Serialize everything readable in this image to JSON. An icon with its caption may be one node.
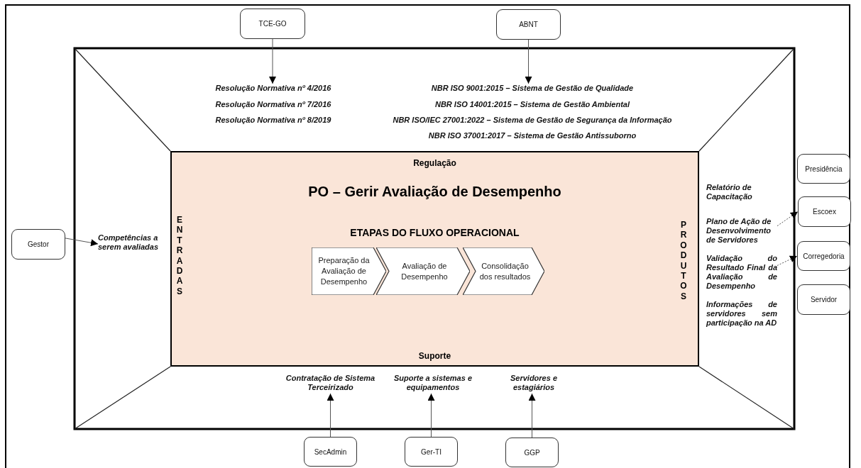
{
  "diagram": {
    "nodes": [
      {
        "text": [
          "TCE-GO"
        ]
      },
      {
        "text": [
          "ABNT"
        ]
      },
      {
        "text": [
          "Resolução Normativa nº 4/2016",
          "Resolução Normativa nº 7/2016",
          "Resolução Normativa nº 8/2019"
        ]
      },
      {
        "text": [
          "NBR ISO 9001:2015 – Sistema de Gestão de Qualidade",
          "NBR ISO 14001:2015 – Sistema de Gestão Ambiental",
          "NBR ISO/IEC 27001:2022 – Sistema de Gestão de Segurança da Informação",
          "NBR ISO 37001:2017 – Sistema de Gestão Antissuborno"
        ]
      },
      {
        "text": [
          "Presidência"
        ]
      },
      {
        "text": [
          "Gestor"
        ]
      },
      {
        "text": [
          "Competências a serem avaliadas"
        ]
      },
      {
        "text": [
          "Regulação",
          "PO – Gerir Avaliação de Desempenho",
          "ENTRADAS",
          "ETAPAS DO FLUXO OPERACIONAL",
          "PRODUTOS",
          "Suporte"
        ]
      },
      {
        "text": [
          "Preparação da Avaliação de Desempenho"
        ],
        "in": 7
      },
      {
        "text": [
          "Avaliação de Desempenho"
        ],
        "in": 7
      },
      {
        "text": [
          "Consolidação dos resultados"
        ],
        "in": 7
      },
      {
        "text": [
          "Relatório de Capacitação"
        ]
      },
      {
        "text": [
          "Plano de Ação de Desenvolvimento de Servidores"
        ]
      },
      {
        "text": [
          "Escoex"
        ]
      },
      {
        "text": [
          "Validação do Resultado Final da Avaliação de Desempenho"
        ]
      },
      {
        "text": [
          "Corregedoria"
        ]
      },
      {
        "text": [
          "Informações de servidores sem participação na AD"
        ]
      },
      {
        "text": [
          "Servidor"
        ]
      },
      {
        "text": [
          "Contratação de Sistema Terceirizado"
        ]
      },
      {
        "text": [
          "Suporte a sistemas e equipamentos"
        ]
      },
      {
        "text": [
          "Servidores e estagiários"
        ]
      },
      {
        "text": [
          "SecAdmin"
        ]
      },
      {
        "text": [
          "Ger-TI"
        ]
      },
      {
        "text": [
          "GGP"
        ]
      }
    ],
    "edges": [
      {
        "from": 0,
        "to": 2,
        "arrow": "to"
      },
      {
        "from": 1,
        "to": 3,
        "arrow": "to"
      },
      {
        "from": 5,
        "to": 6,
        "arrow": "to"
      },
      {
        "from": 12,
        "to": 13,
        "arrow": "to",
        "style": "dashed"
      },
      {
        "from": 14,
        "to": 15,
        "arrow": "to",
        "style": "dashed"
      },
      {
        "from": 21,
        "to": 18,
        "arrow": "to"
      },
      {
        "from": 22,
        "to": 19,
        "arrow": "to"
      },
      {
        "from": 23,
        "to": 20,
        "arrow": "to"
      }
    ]
  }
}
